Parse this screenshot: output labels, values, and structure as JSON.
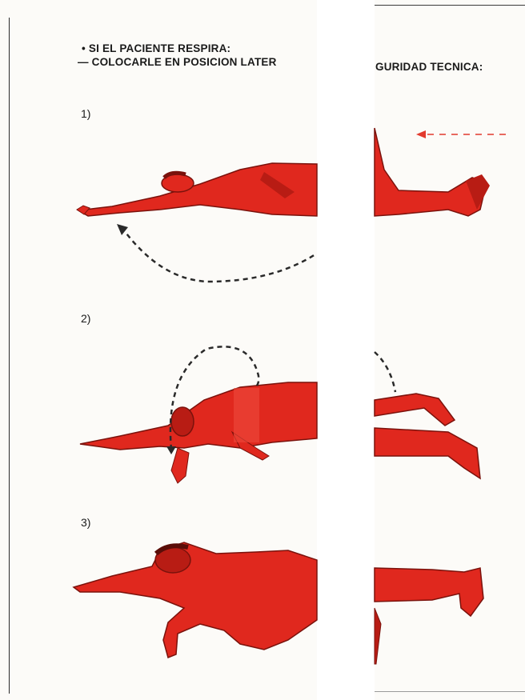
{
  "instructions": {
    "line1": "• SI EL PACIENTE RESPIRA:",
    "line2": "— COLOCARLE EN POSICION LATER",
    "line2_continued": "GURIDAD TECNICA:"
  },
  "steps": [
    {
      "label": "1)"
    },
    {
      "label": "2)"
    },
    {
      "label": "3)"
    }
  ],
  "colors": {
    "figure_red": "#e0281e",
    "figure_dark": "#7a120c",
    "arrow_red": "#e23a2e",
    "ink": "#1a1a1a"
  }
}
